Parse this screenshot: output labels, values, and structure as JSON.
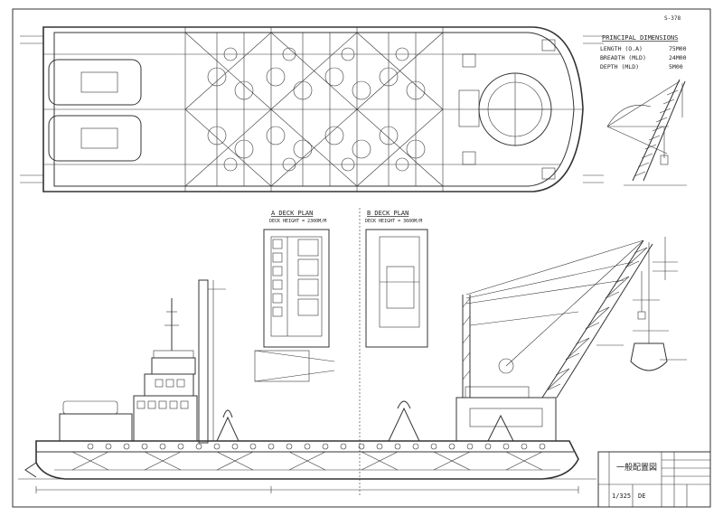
{
  "sheet": {
    "sheet_no": "S-378",
    "title_japanese": "一般配置図",
    "scale": "1/325",
    "drawing_code": "DE"
  },
  "principal_dimensions": {
    "heading": "PRINCIPAL DIMENSIONS",
    "rows": [
      {
        "label": "LENGTH (O.A)",
        "value": "75M00"
      },
      {
        "label": "BREADTH (MLD)",
        "value": "24M00"
      },
      {
        "label": "DEPTH (MLD)",
        "value": "5M00"
      }
    ]
  },
  "deck_plans": {
    "a_title": "A DECK PLAN",
    "a_height": "DECK HEIGHT = 2300M/M",
    "b_title": "B DECK PLAN",
    "b_height": "DECK HEIGHT = 3600M/M"
  },
  "colors": {
    "line": "#333333",
    "paper": "#ffffff",
    "frame": "#444444"
  }
}
